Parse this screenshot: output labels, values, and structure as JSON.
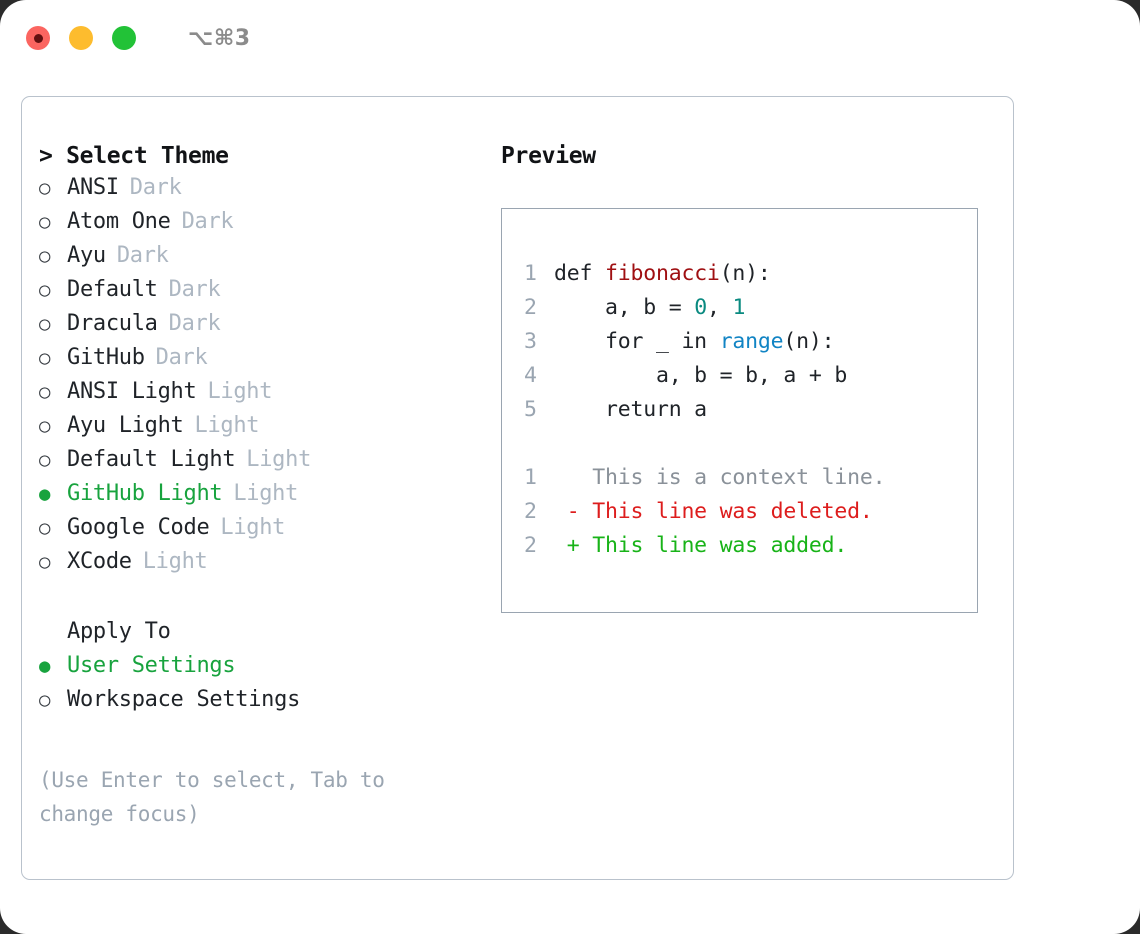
{
  "titlebar": {
    "shortcut": "⌥⌘3",
    "buttons": [
      "close",
      "minimize",
      "maximize"
    ]
  },
  "theme_panel": {
    "header": "> Select Theme",
    "items": [
      {
        "marker": "○",
        "label": "ANSI",
        "tag": "Dark",
        "selected": false
      },
      {
        "marker": "○",
        "label": "Atom One",
        "tag": "Dark",
        "selected": false
      },
      {
        "marker": "○",
        "label": "Ayu",
        "tag": "Dark",
        "selected": false
      },
      {
        "marker": "○",
        "label": "Default",
        "tag": "Dark",
        "selected": false
      },
      {
        "marker": "○",
        "label": "Dracula",
        "tag": "Dark",
        "selected": false
      },
      {
        "marker": "○",
        "label": "GitHub",
        "tag": "Dark",
        "selected": false
      },
      {
        "marker": "○",
        "label": "ANSI Light",
        "tag": "Light",
        "selected": false
      },
      {
        "marker": "○",
        "label": "Ayu Light",
        "tag": "Light",
        "selected": false
      },
      {
        "marker": "○",
        "label": "Default Light",
        "tag": "Light",
        "selected": false
      },
      {
        "marker": "●",
        "label": "GitHub Light",
        "tag": "Light",
        "selected": true
      },
      {
        "marker": "○",
        "label": "Google Code",
        "tag": "Light",
        "selected": false
      },
      {
        "marker": "○",
        "label": "XCode",
        "tag": "Light",
        "selected": false
      }
    ],
    "apply_to": {
      "header": "Apply To",
      "options": [
        {
          "marker": "●",
          "label": "User Settings",
          "selected": true
        },
        {
          "marker": "○",
          "label": "Workspace Settings",
          "selected": false
        }
      ]
    },
    "hint": "(Use Enter to select, Tab to change focus)"
  },
  "preview": {
    "title": "Preview",
    "code": [
      {
        "no": "1",
        "parts": [
          {
            "t": "def ",
            "k": "plain"
          },
          {
            "t": "fibonacci",
            "k": "fn"
          },
          {
            "t": "(n):",
            "k": "plain"
          }
        ]
      },
      {
        "no": "2",
        "parts": [
          {
            "t": "    a, b = ",
            "k": "plain"
          },
          {
            "t": "0",
            "k": "num"
          },
          {
            "t": ", ",
            "k": "plain"
          },
          {
            "t": "1",
            "k": "num"
          }
        ]
      },
      {
        "no": "3",
        "parts": [
          {
            "t": "    for _ in ",
            "k": "plain"
          },
          {
            "t": "range",
            "k": "call"
          },
          {
            "t": "(n):",
            "k": "plain"
          }
        ]
      },
      {
        "no": "4",
        "parts": [
          {
            "t": "        a, b = b, a + b",
            "k": "plain"
          }
        ]
      },
      {
        "no": "5",
        "parts": [
          {
            "t": "    return a",
            "k": "plain"
          }
        ]
      }
    ],
    "diff": [
      {
        "no": "1",
        "sign": "  ",
        "text": "This is a context line.",
        "kind": "context"
      },
      {
        "no": "2",
        "sign": "- ",
        "text": "This line was deleted.",
        "kind": "deleted"
      },
      {
        "no": "2",
        "sign": "+ ",
        "text": "This line was added.",
        "kind": "added"
      }
    ]
  },
  "colors": {
    "accent_green": "#18a33e",
    "tag_gray": "#adb7c2",
    "border": "#9aa5b1",
    "diff_deleted": "#dd1d1d",
    "diff_added": "#18b318",
    "token_function": "#9f0f12",
    "token_number": "#0a8a80",
    "token_call": "#1184c4"
  }
}
